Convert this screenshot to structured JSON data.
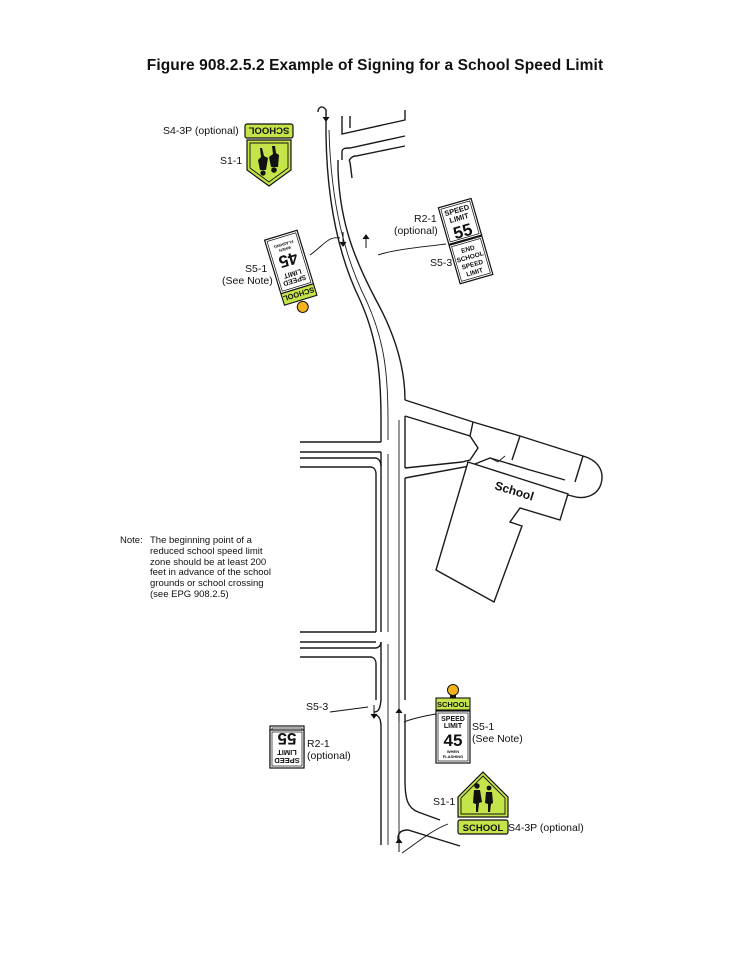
{
  "title": "Figure 908.2.5.2 Example of Signing for a School Speed Limit",
  "colors": {
    "school_yellow_green": "#c4e44a",
    "beacon": "#f5b21a",
    "ink": "#111111"
  },
  "labels": {
    "top_s43p": "S4-3P (optional)",
    "top_s11": "S1-1",
    "top_s51": "S5-1",
    "top_s51_note": "(See Note)",
    "top_r21": "R2-1",
    "top_r21_opt": "(optional)",
    "top_s53": "S5-3",
    "bot_s53": "S5-3",
    "bot_r21": "R2-1",
    "bot_r21_opt": "(optional)",
    "bot_s51": "S5-1",
    "bot_s51_note": "(See Note)",
    "bot_s11": "S1-1",
    "bot_s43p": "S4-3P (optional)"
  },
  "building_label": "School",
  "note": {
    "label": "Note:",
    "lines": [
      "The beginning point of a",
      "reduced school speed limit",
      "zone should be at least 200",
      "feet in advance of the school",
      "grounds or school crossing",
      "(see EPG 908.2.5)"
    ]
  },
  "signs": {
    "school_plaque": "SCHOOL",
    "speed_limit_line1": "SPEED",
    "speed_limit_line2": "LIMIT",
    "speed_55": "55",
    "speed_45": "45",
    "when_flashing_line1": "WHEN",
    "when_flashing_line2": "FLASHING",
    "end_line1": "END",
    "end_line2": "SCHOOL",
    "end_line3": "SPEED",
    "end_line4": "LIMIT"
  }
}
